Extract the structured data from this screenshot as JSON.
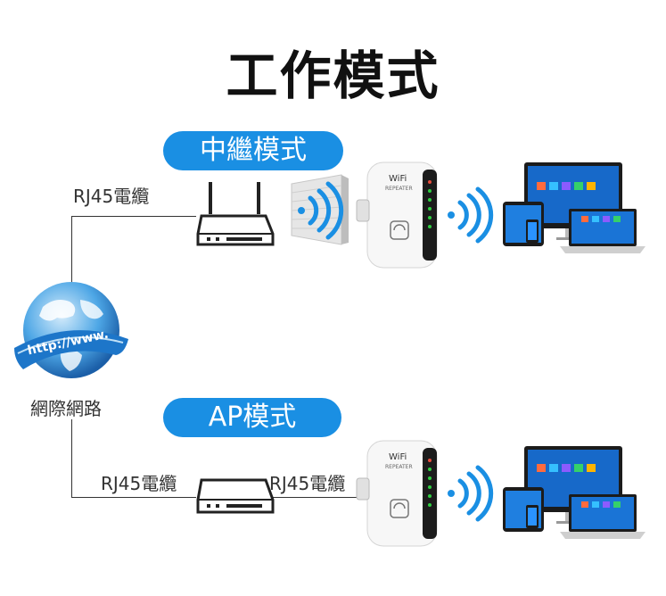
{
  "title": "工作模式",
  "modes": {
    "repeater": {
      "label": "中繼模式",
      "cable_label": "RJ45電纜"
    },
    "ap": {
      "label": "AP模式",
      "cable_label_left": "RJ45電纜",
      "cable_label_right": "RJ45電纜"
    }
  },
  "internet": {
    "globe_text": "http://www.",
    "label": "網際網路"
  },
  "device": {
    "brand": "WiFi",
    "model": "REPEATER"
  },
  "colors": {
    "accent": "#1a8fe3",
    "line": "#333333"
  }
}
